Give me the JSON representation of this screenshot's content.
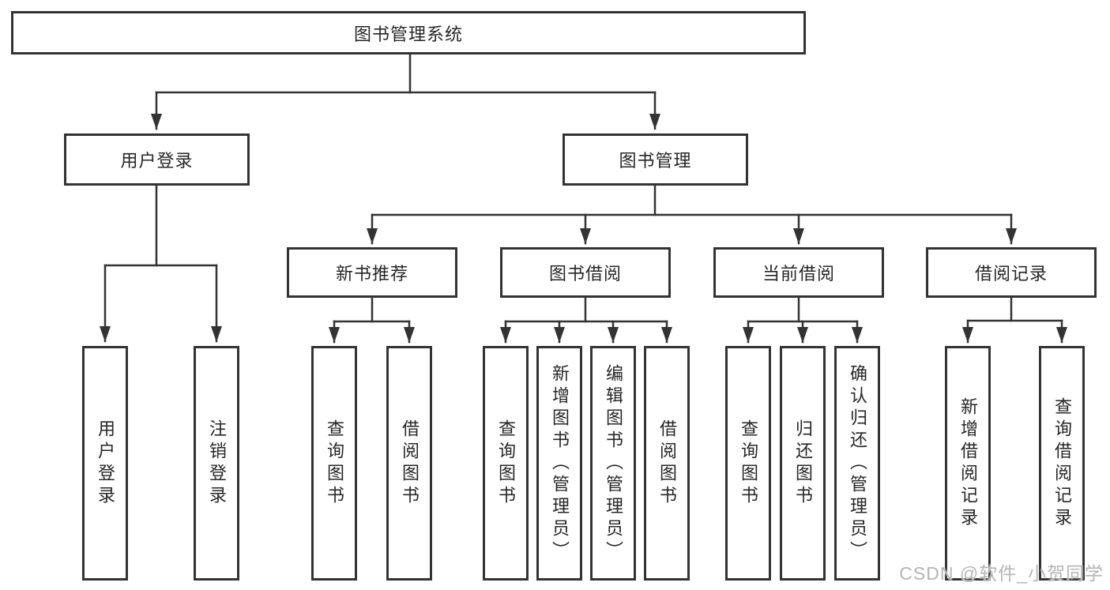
{
  "diagram": {
    "title": "图书管理系统",
    "root": {
      "label": "图书管理系统"
    },
    "level2": [
      {
        "label": "用户登录"
      },
      {
        "label": "图书管理"
      }
    ],
    "level3": [
      {
        "label": "新书推荐"
      },
      {
        "label": "图书借阅"
      },
      {
        "label": "当前借阅"
      },
      {
        "label": "借阅记录"
      }
    ],
    "leaves": {
      "user_login": [
        "用户登录",
        "注销登录"
      ],
      "new_books": [
        "查询图书",
        "借阅图书"
      ],
      "borrow": [
        "查询图书",
        "新增图书（管理员）",
        "编辑图书（管理员）",
        "借阅图书"
      ],
      "current": [
        "查询图书",
        "归还图书",
        "确认归还（管理员）"
      ],
      "records": [
        "新增借阅记录",
        "查询借阅记录"
      ]
    },
    "colors": {
      "line": "#333333",
      "text": "#262626",
      "box_background": "#ffffff",
      "watermark": "#b5b5b5"
    },
    "watermark": "CSDN @软件_小贺同学"
  }
}
